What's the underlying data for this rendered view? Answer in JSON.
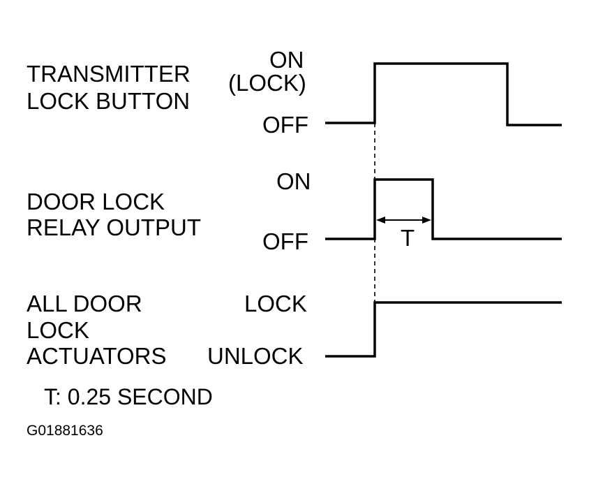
{
  "signals": [
    {
      "name_lines": [
        "TRANSMITTER",
        "LOCK BUTTON"
      ],
      "high_lines": [
        "ON",
        "(LOCK)"
      ],
      "low_label": "OFF"
    },
    {
      "name_lines": [
        "DOOR LOCK",
        "RELAY OUTPUT"
      ],
      "high_lines": [
        "ON"
      ],
      "low_label": "OFF",
      "interval_label": "T"
    },
    {
      "name_lines": [
        "ALL DOOR",
        "LOCK",
        "ACTUATORS"
      ],
      "high_lines": [
        "LOCK"
      ],
      "low_label": "UNLOCK"
    }
  ],
  "note": "T: 0.25 SECOND",
  "figure_id": "G01881636"
}
